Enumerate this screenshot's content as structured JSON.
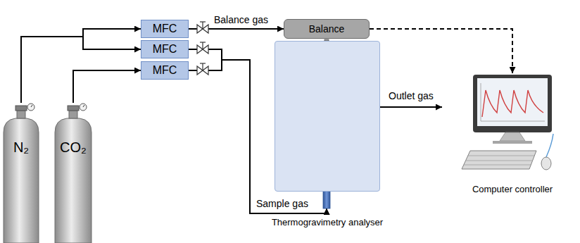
{
  "diagram": {
    "nodes": [
      {
        "text": [
          "N₂"
        ]
      },
      {
        "text": [
          "CO₂"
        ]
      },
      {
        "text": [
          "MFC"
        ]
      },
      {
        "text": [
          "MFC"
        ]
      },
      {
        "text": [
          "MFC"
        ]
      },
      {
        "text": [
          "Balance"
        ]
      },
      {
        "text": [
          "Thermogravimetry analyser"
        ]
      },
      {
        "text": [
          "Computer controller"
        ]
      }
    ],
    "edges": [
      {
        "from": 0,
        "to": 2,
        "arrow": "to"
      },
      {
        "from": 0,
        "to": 3,
        "arrow": "to"
      },
      {
        "from": 1,
        "to": 4,
        "arrow": "to"
      },
      {
        "from": 2,
        "to": 5,
        "label": "Balance gas",
        "arrow": "to"
      },
      {
        "from": 3,
        "to": 6,
        "label": "Sample gas",
        "arrow": "to"
      },
      {
        "from": 4,
        "to": 6,
        "arrow": "to"
      },
      {
        "from": 5,
        "to": 7,
        "arrow": "to"
      }
    ],
    "labels": [
      "Outlet gas"
    ]
  }
}
